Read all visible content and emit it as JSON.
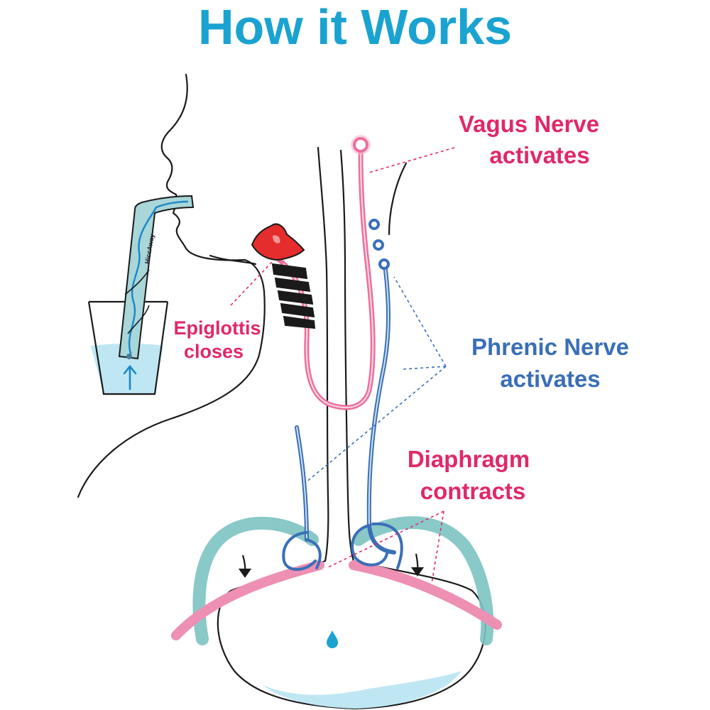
{
  "title": "How it Works",
  "labels": {
    "vagus_line1": "Vagus Nerve",
    "vagus_line2": "activates",
    "phrenic_line1": "Phrenic Nerve",
    "phrenic_line2": "activates",
    "diaphragm_line1": "Diaphragm",
    "diaphragm_line2": "contracts",
    "epiglottis_line1": "Epiglottis",
    "epiglottis_line2": "closes"
  },
  "device_brand": "HiccAway",
  "colors": {
    "title": "#1aa3d1",
    "vagus": "#e0286b",
    "phrenic": "#3a6fb7",
    "diaphragm": "#ee8fb4",
    "ribs": "#7cc3c2",
    "water": "#bfe7f3",
    "outline": "#1a1a1a"
  },
  "icons": [
    "arrow-down-icon",
    "water-drop-icon",
    "arrow-up-icon"
  ]
}
